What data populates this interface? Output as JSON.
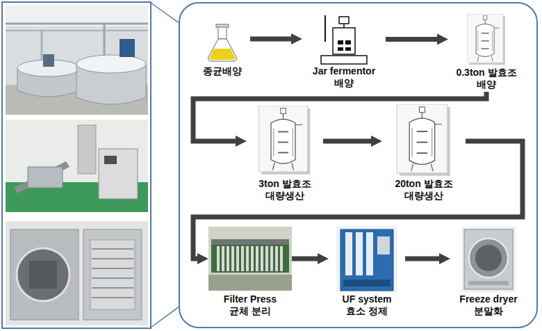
{
  "diagram": {
    "nodes": [
      {
        "text": [
          "종균배양"
        ]
      },
      {
        "text": [
          "Jar fermentor",
          "배양"
        ]
      },
      {
        "text": [
          "0.3ton 발효조",
          "배양"
        ]
      },
      {
        "text": [
          "3ton 발효조",
          "대량생산"
        ]
      },
      {
        "text": [
          "20ton 발효조",
          "대량생산"
        ]
      },
      {
        "text": [
          "Filter Press",
          "균체 분리"
        ]
      },
      {
        "text": [
          "UF system",
          "효소 정제"
        ]
      },
      {
        "text": [
          "Freeze dryer",
          "분말화"
        ]
      }
    ],
    "edges": [
      {
        "from": 0,
        "to": 1,
        "arrow": "to"
      },
      {
        "from": 1,
        "to": 2,
        "arrow": "to"
      },
      {
        "from": 2,
        "to": 3,
        "arrow": "to"
      },
      {
        "from": 3,
        "to": 4,
        "arrow": "to"
      },
      {
        "from": 4,
        "to": 5,
        "arrow": "to"
      },
      {
        "from": 5,
        "to": 6,
        "arrow": "to"
      },
      {
        "from": 6,
        "to": 7,
        "arrow": "to"
      }
    ]
  }
}
